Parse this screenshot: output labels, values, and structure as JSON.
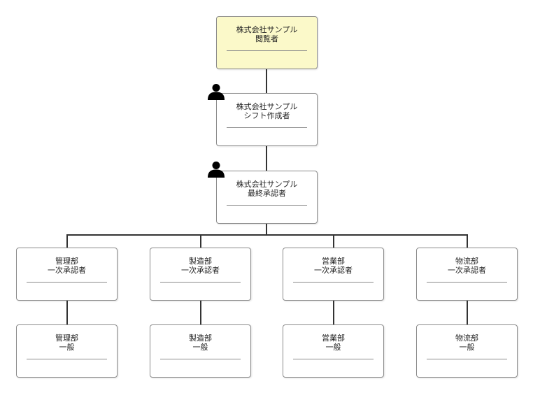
{
  "top_nodes": {
    "viewer": {
      "line1": "株式会社サンプル",
      "line2": "閲覧者"
    },
    "shift_creator": {
      "line1": "株式会社サンプル",
      "line2": "シフト作成者"
    },
    "final_approver": {
      "line1": "株式会社サンプル",
      "line2": "最終承認者"
    }
  },
  "departments": [
    {
      "approver": {
        "line1": "管理部",
        "line2": "一次承認者"
      },
      "general": {
        "line1": "管理部",
        "line2": "一般"
      }
    },
    {
      "approver": {
        "line1": "製造部",
        "line2": "一次承認者"
      },
      "general": {
        "line1": "製造部",
        "line2": "一般"
      }
    },
    {
      "approver": {
        "line1": "営業部",
        "line2": "一次承認者"
      },
      "general": {
        "line1": "営業部",
        "line2": "一般"
      }
    },
    {
      "approver": {
        "line1": "物流部",
        "line2": "一次承認者"
      },
      "general": {
        "line1": "物流部",
        "line2": "一般"
      }
    }
  ],
  "icons": {
    "shift_creator_icon": "person-icon",
    "final_approver_icon": "person-icon"
  },
  "colors": {
    "highlight_fill": "#fbf9c9",
    "border": "#8c8c8c",
    "connector": "#333333"
  }
}
